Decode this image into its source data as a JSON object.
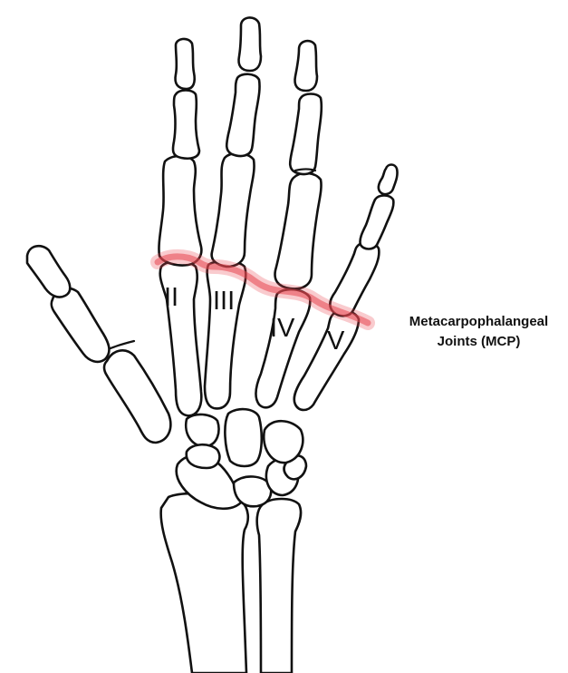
{
  "figure": {
    "callout": {
      "line1": "Metacarpophalangeal",
      "line2": "Joints (MCP)"
    },
    "metacarpal_labels": [
      "II",
      "III",
      "IV",
      "V"
    ],
    "highlight_color": "#e8464f"
  }
}
